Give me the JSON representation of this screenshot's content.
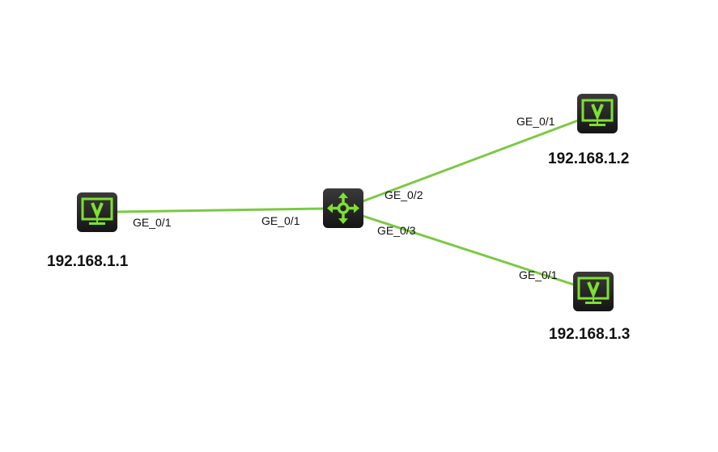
{
  "colors": {
    "link": "#7ac943",
    "icon_accent": "#7ee02f",
    "icon_bg": "#222222"
  },
  "devices": [
    {
      "id": "pc1",
      "type": "host",
      "icon": "monitor-v-icon",
      "label": "192.168.1.1"
    },
    {
      "id": "router",
      "type": "router",
      "icon": "router-arrows-icon",
      "label": ""
    },
    {
      "id": "pc2",
      "type": "host",
      "icon": "monitor-v-icon",
      "label": "192.168.1.2"
    },
    {
      "id": "pc3",
      "type": "host",
      "icon": "monitor-v-icon",
      "label": "192.168.1.3"
    }
  ],
  "links": [
    {
      "from": "pc1",
      "from_port": "GE_0/1",
      "to": "router",
      "to_port": "GE_0/1"
    },
    {
      "from": "router",
      "from_port": "GE_0/2",
      "to": "pc2",
      "to_port": "GE_0/1"
    },
    {
      "from": "router",
      "from_port": "GE_0/3",
      "to": "pc3",
      "to_port": "GE_0/1"
    }
  ]
}
